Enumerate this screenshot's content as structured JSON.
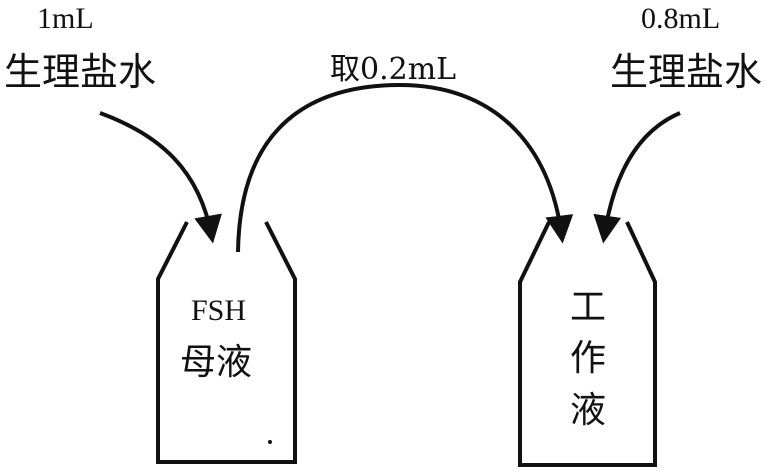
{
  "left_addition": {
    "volume": "1mL",
    "reagent": "生理盐水"
  },
  "transfer": {
    "label": "取0.2mL"
  },
  "right_addition": {
    "volume": "0.8mL",
    "reagent": "生理盐水"
  },
  "stock_tube": {
    "line1": "FSH",
    "line2": "母液"
  },
  "working_tube": {
    "char1": "工",
    "char2": "作",
    "char3": "液"
  },
  "colors": {
    "ink": "#111111",
    "background": "#ffffff"
  }
}
